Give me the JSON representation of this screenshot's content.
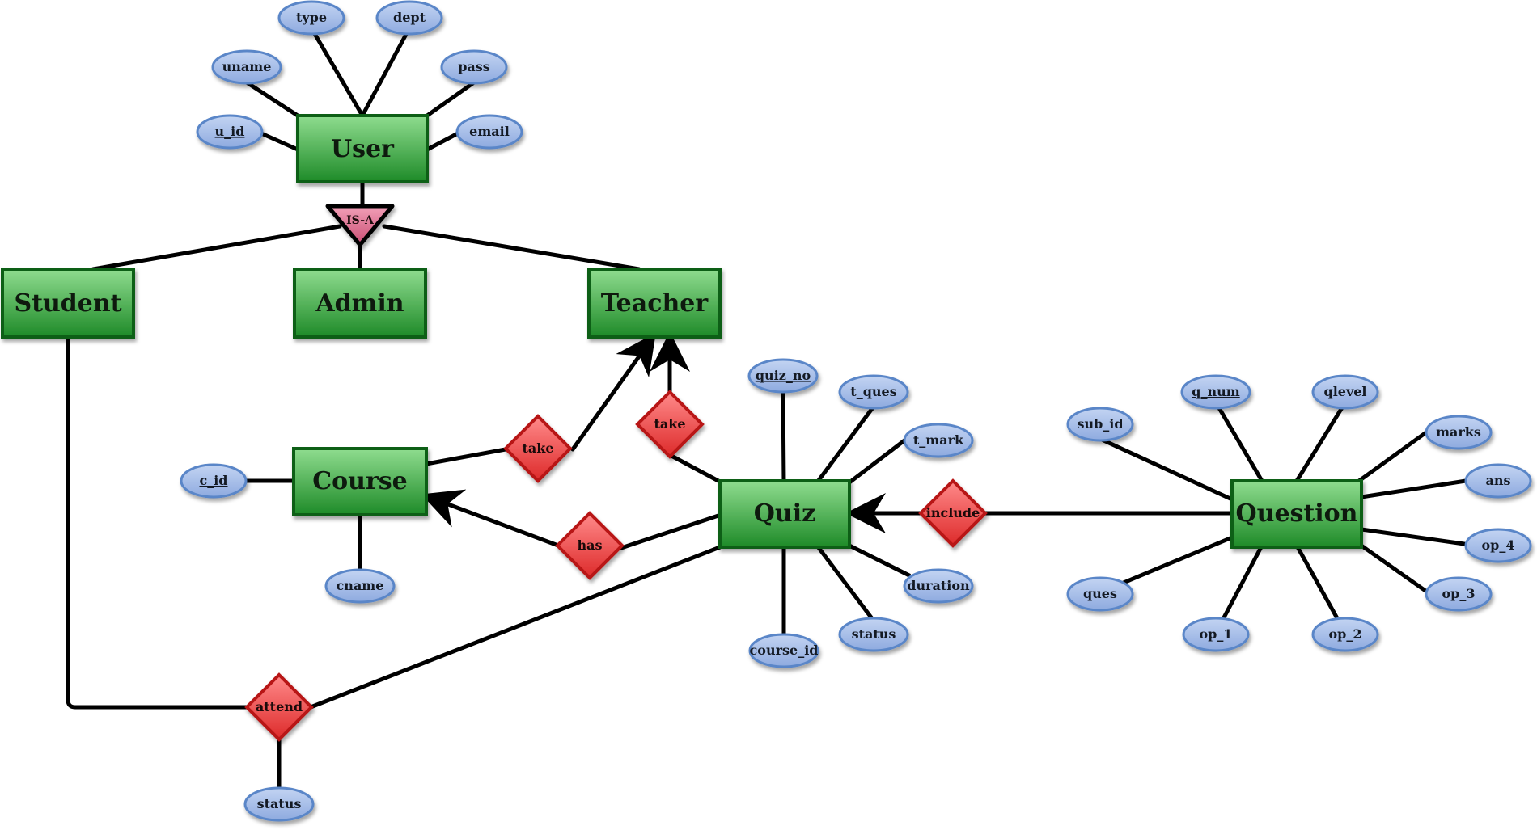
{
  "entities": {
    "user": "User",
    "student": "Student",
    "admin": "Admin",
    "teacher": "Teacher",
    "course": "Course",
    "quiz": "Quiz",
    "question": "Question"
  },
  "isa": "IS-A",
  "relationships": {
    "course_take": "take",
    "quiz_take": "take",
    "has": "has",
    "include": "include",
    "attend": "attend"
  },
  "attributes": {
    "user": {
      "type": "type",
      "dept": "dept",
      "uname": "uname",
      "pass": "pass",
      "u_id": "u_id",
      "email": "email"
    },
    "course": {
      "c_id": "c_id",
      "cname": "cname"
    },
    "quiz": {
      "quiz_no": "quiz_no",
      "t_ques": "t_ques",
      "t_mark": "t_mark",
      "duration": "duration",
      "status": "status",
      "course_id": "course_id"
    },
    "question": {
      "sub_id": "sub_id",
      "q_num": "q_num",
      "qlevel": "qlevel",
      "marks": "marks",
      "ans": "ans",
      "op_4": "op_4",
      "op_3": "op_3",
      "op_2": "op_2",
      "op_1": "op_1",
      "ques": "ques"
    },
    "attend": {
      "status": "status"
    }
  },
  "colors": {
    "entity_fill_top": "#7fd27f",
    "entity_fill_bottom": "#1f8f2a",
    "entity_stroke": "#0b5e14",
    "attr_fill": "#a7bde6",
    "attr_stroke": "#5a86c8",
    "rel_fill": "#ef5a5a",
    "rel_stroke": "#b81414",
    "isa_fill": "#e27897"
  }
}
